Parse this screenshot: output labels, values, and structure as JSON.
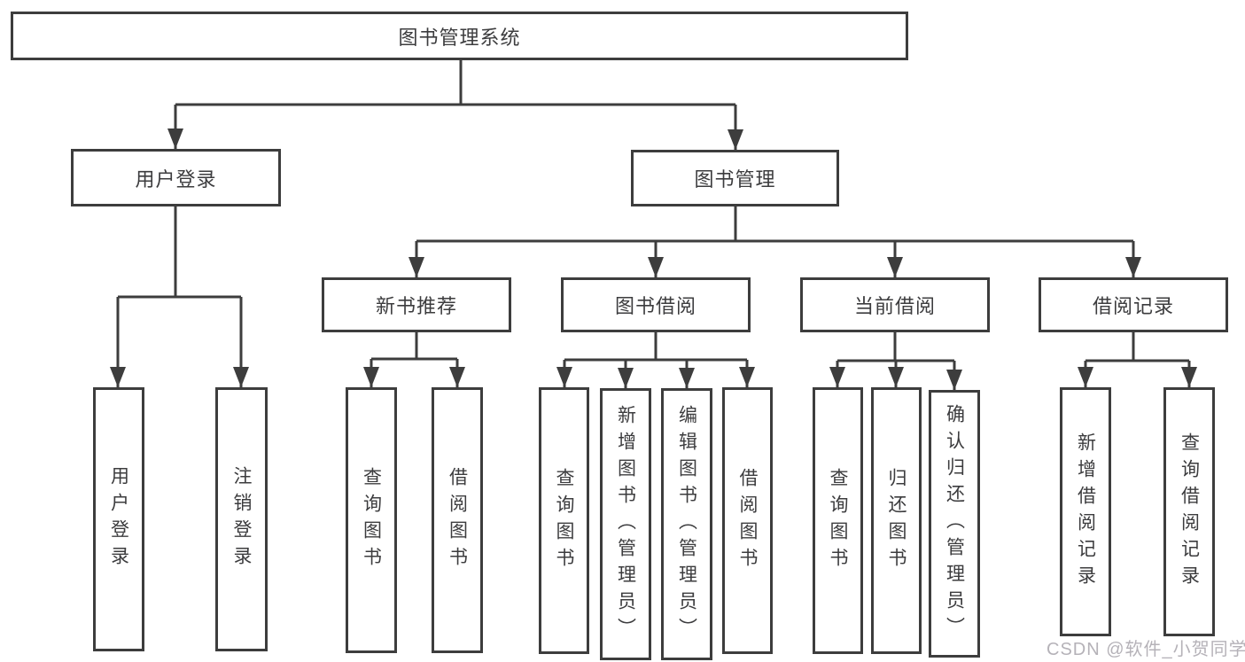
{
  "watermark": {
    "text": "CSDN @软件_小贺同学"
  },
  "nodes": {
    "root": {
      "label": "图书管理系统"
    },
    "user_login": {
      "label": "用户登录"
    },
    "book_mgmt": {
      "label": "图书管理"
    },
    "new_book_rec": {
      "label": "新书推荐"
    },
    "book_borrow": {
      "label": "图书借阅"
    },
    "current_borrow": {
      "label": "当前借阅"
    },
    "borrow_record": {
      "label": "借阅记录"
    },
    "user_login_leaf": {
      "label": "用户登录"
    },
    "logout_leaf": {
      "label": "注销登录"
    },
    "nbr_query_books": {
      "label": "查询图书"
    },
    "nbr_borrow_books": {
      "label": "借阅图书"
    },
    "bb_query_books": {
      "label": "查询图书"
    },
    "bb_add_books": {
      "label": "新增图书（管理员）"
    },
    "bb_edit_books": {
      "label": "编辑图书（管理员）"
    },
    "bb_borrow_books": {
      "label": "借阅图书"
    },
    "cb_query_books": {
      "label": "查询图书"
    },
    "cb_return_books": {
      "label": "归还图书"
    },
    "cb_confirm_return": {
      "label": "确认归还（管理员）"
    },
    "br_add_record": {
      "label": "新增借阅记录"
    },
    "br_query_record": {
      "label": "查询借阅记录"
    }
  }
}
